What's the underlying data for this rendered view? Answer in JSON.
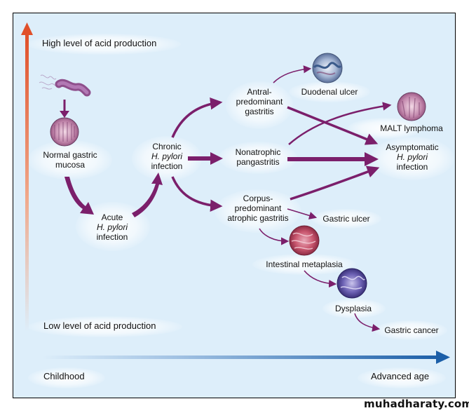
{
  "axis": {
    "top_label": "High level of acid production",
    "bottom_label": "Low level of acid production",
    "left_time": "Childhood",
    "right_time": "Advanced age"
  },
  "nodes": {
    "normal_mucosa": [
      "Normal gastric",
      "mucosa"
    ],
    "acute": [
      "Acute",
      "H. pylori",
      "infection"
    ],
    "chronic": [
      "Chronic",
      "H. pylori",
      "infection"
    ],
    "antral": [
      "Antral-",
      "predominant",
      "gastritis"
    ],
    "nonatrophic": [
      "Nonatrophic",
      "pangastritis"
    ],
    "corpus": [
      "Corpus-",
      "predominant",
      "atrophic gastritis"
    ],
    "duodenal_ulcer": "Duodenal ulcer",
    "malt_lymphoma": "MALT lymphoma",
    "asymptomatic": [
      "Asymptomatic",
      "H. pylori",
      "infection"
    ],
    "gastric_ulcer": "Gastric ulcer",
    "intestinal_metaplasia": "Intestinal metaplasia",
    "dysplasia": "Dysplasia",
    "gastric_cancer": "Gastric cancer"
  },
  "colors": {
    "arrow": "#7b1f6b",
    "acid_arrow_top": "#e0502a",
    "time_arrow": "#1c5fa8",
    "background": "#ddeefa"
  },
  "watermark": "muhadharaty.com"
}
